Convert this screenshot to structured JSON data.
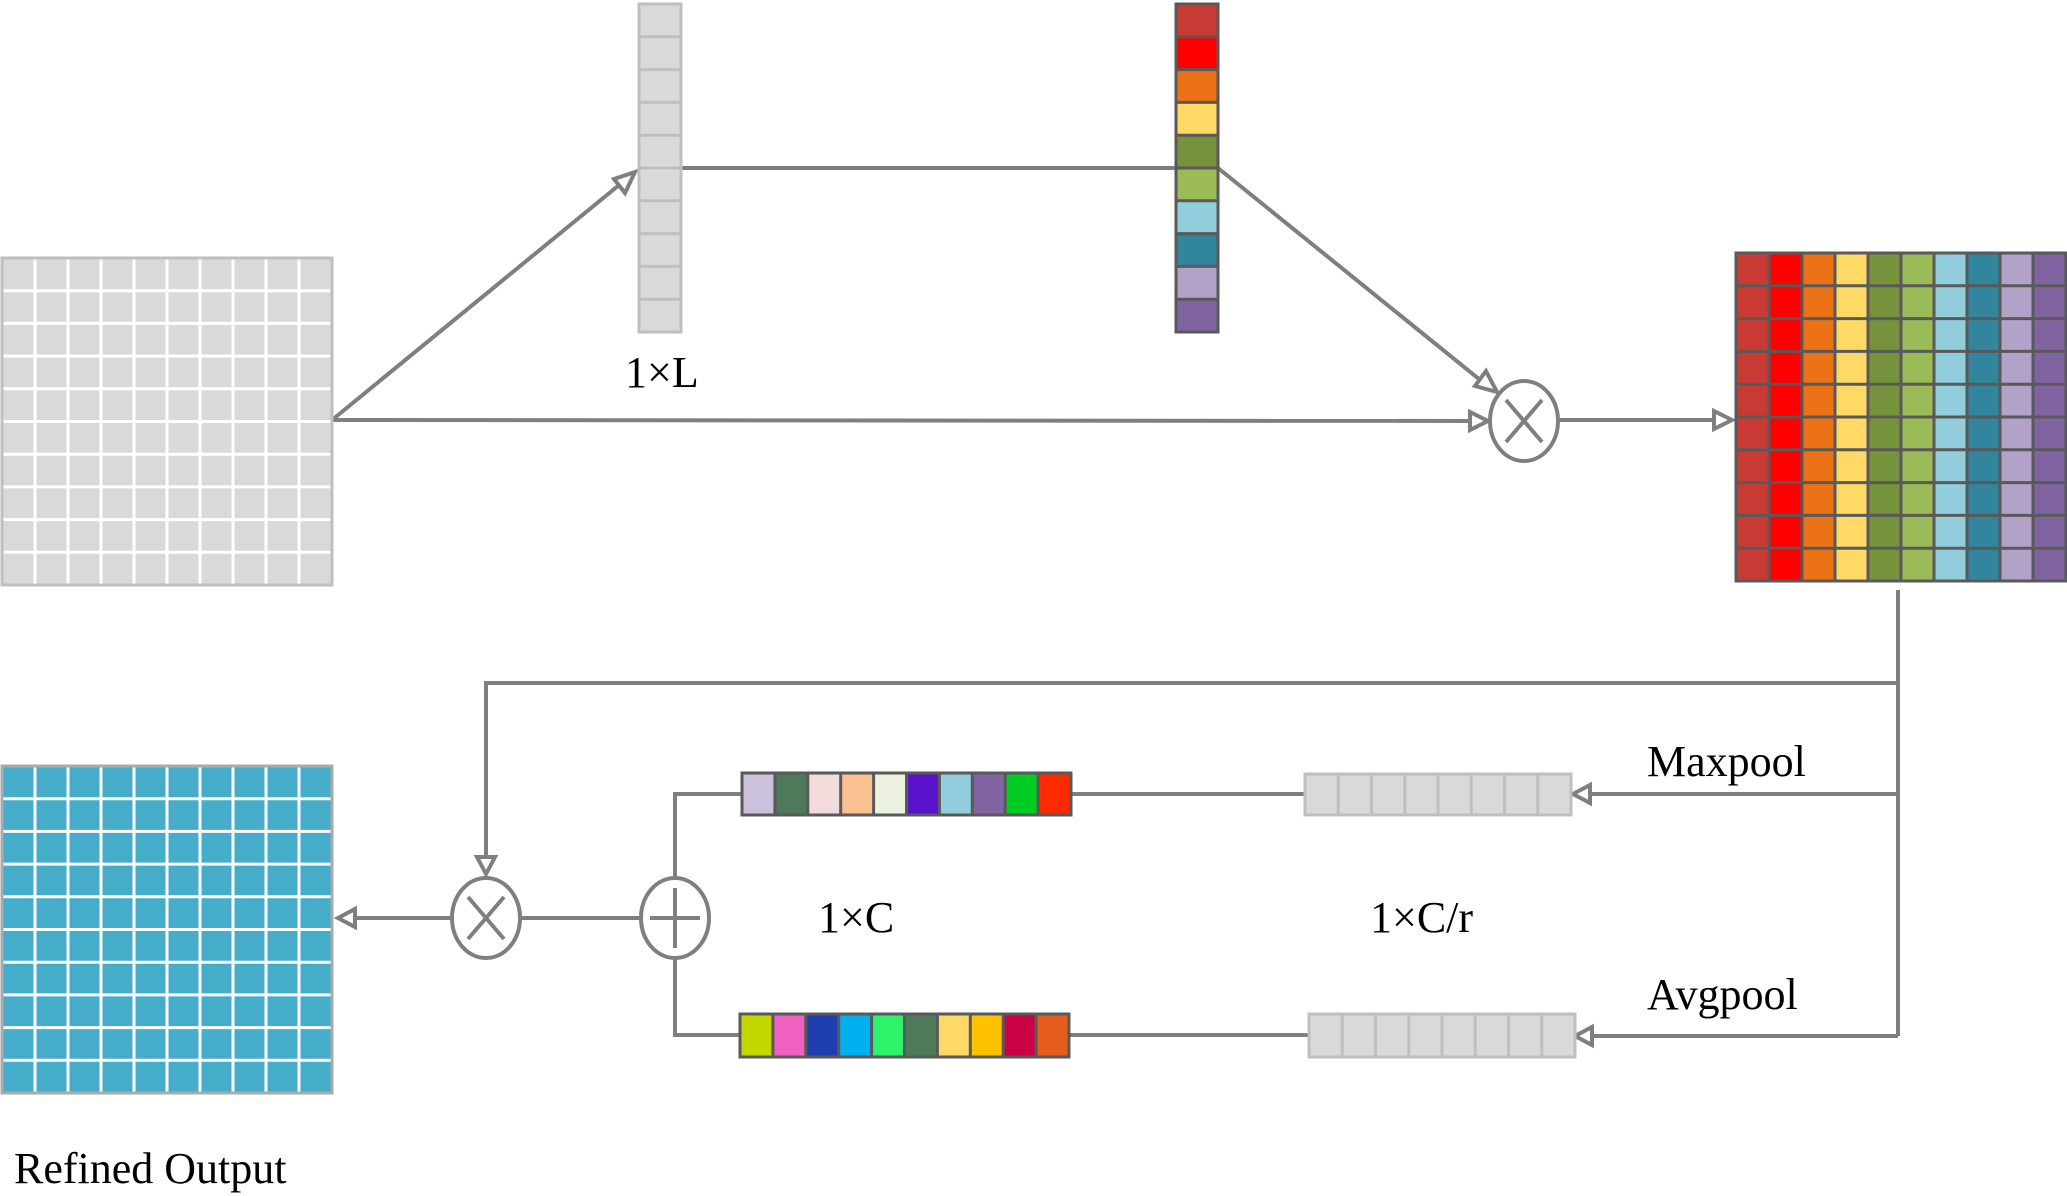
{
  "labels": {
    "spatial_vector": "1×L",
    "channel_vector": "1×C",
    "reduced_vector": "1×C/r",
    "maxpool": "Maxpool",
    "avgpool": "Avgpool",
    "output": "Refined Output"
  },
  "colors": {
    "input_cell": "#d9d9d9",
    "input_border": "#bfbfbf",
    "output_cell": "#45adc9",
    "wire": "#7f7f7f",
    "dark_border": "#595959",
    "spatial_weights": [
      "#c93a35",
      "#ff0000",
      "#ec7217",
      "#ffd966",
      "#76923c",
      "#9bbb59",
      "#92cddc",
      "#31859c",
      "#b2a2c7",
      "#8064a2"
    ],
    "max_branch_weights": [
      "#ccc1da",
      "#4e7a5a",
      "#f2dcdb",
      "#fac090",
      "#ebf1de",
      "#5b12cc",
      "#92cddc",
      "#8064a2",
      "#00cc22",
      "#ff2a00"
    ],
    "avg_branch_weights": [
      "#c4d600",
      "#f060c0",
      "#1f3fb0",
      "#00b0f0",
      "#2ef26a",
      "#4e7a5a",
      "#ffd966",
      "#ffc000",
      "#cc0044",
      "#e65c1a"
    ]
  },
  "grid_sizes": {
    "input": [
      10,
      10
    ],
    "spatial_vector": 10,
    "reduced_vector": 8
  },
  "icons": {
    "multiply": "circled-times-icon",
    "add": "circled-plus-icon"
  }
}
